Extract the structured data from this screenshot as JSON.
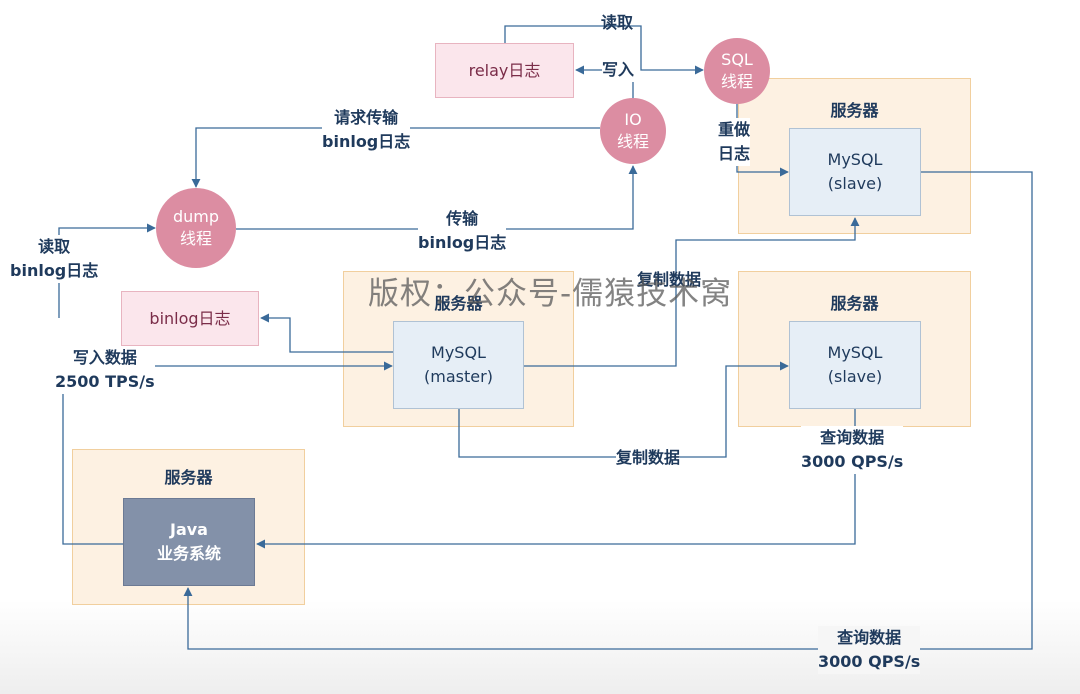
{
  "nodes": {
    "relay_log": "relay日志",
    "sql_thread": [
      "SQL",
      "线程"
    ],
    "io_thread": [
      "IO",
      "线程"
    ],
    "dump_thread": [
      "dump",
      "线程"
    ],
    "binlog_log": "binlog日志",
    "server_label": "服务器",
    "slave_top": [
      "MySQL",
      "(slave)"
    ],
    "slave_mid": [
      "MySQL",
      "(slave)"
    ],
    "master": [
      "MySQL",
      "(master)"
    ],
    "java_app": [
      "Java",
      "业务系统"
    ]
  },
  "edges": {
    "read_top": "读取",
    "write_relay": "写入",
    "redo_log": [
      "重做",
      "日志"
    ],
    "request_transfer": [
      "请求传输",
      "binlog日志"
    ],
    "transfer": [
      "传输",
      "binlog日志"
    ],
    "read_binlog": [
      "读取",
      "binlog日志"
    ],
    "write_data": [
      "写入数据",
      "2500 TPS/s"
    ],
    "copy_data_top": "复制数据",
    "copy_data_bottom": "复制数据",
    "query_mid": [
      "查询数据",
      "3000 QPS/s"
    ],
    "query_bottom": [
      "查询数据",
      "3000 QPS/s"
    ]
  },
  "watermark": "版权：公众号-儒猿技术窝",
  "colors": {
    "line": "#3a6a99",
    "server_bg": "#fdf1e2",
    "thread": "#dc8da2",
    "log_bg": "#fbe6ec",
    "mysql_bg": "#e6eef6",
    "java_bg": "#8391a9"
  }
}
